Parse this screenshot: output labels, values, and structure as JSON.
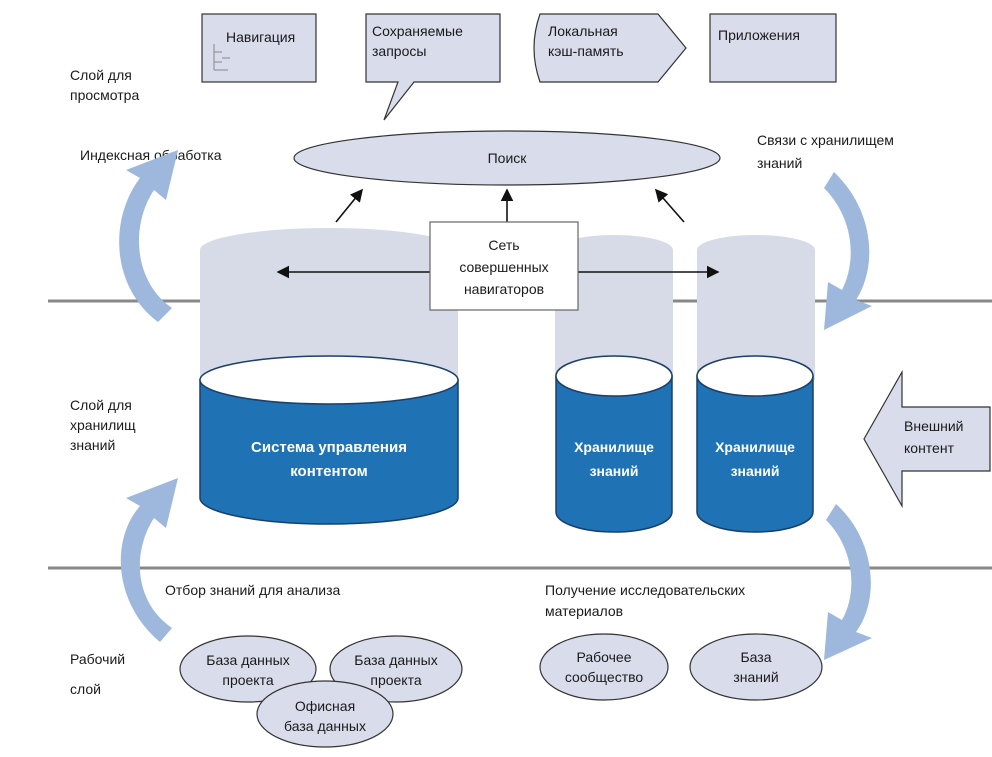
{
  "layers": {
    "view": [
      "Слой для",
      "просмотра"
    ],
    "repo": [
      "Слой для",
      "хранилищ",
      "знаний"
    ],
    "work": [
      "Рабочий",
      "слой"
    ]
  },
  "top_items": {
    "navigation": "Навигация",
    "saved_queries": [
      "Сохраняемые",
      "запросы"
    ],
    "local_cache": [
      "Локальная",
      "кэш-память"
    ],
    "applications": "Приложения"
  },
  "search": "Поиск",
  "indexing": "Индексная обработка",
  "kb_links": [
    "Связи с хранилищем",
    "знаний"
  ],
  "navigator_network": [
    "Сеть",
    "совершенных",
    "навигаторов"
  ],
  "cms": [
    "Система управления",
    "контентом"
  ],
  "kb1": [
    "Хранилище",
    "знаний"
  ],
  "kb2": [
    "Хранилище",
    "знаний"
  ],
  "external": [
    "Внешний",
    "контент"
  ],
  "selection": "Отбор знаний для анализа",
  "research": [
    "Получение исследовательских",
    "материалов"
  ],
  "work_items": {
    "project_db_1": [
      "База данных",
      "проекта"
    ],
    "project_db_2": [
      "База данных",
      "проекта"
    ],
    "office_db": [
      "Офисная",
      "база данных"
    ],
    "community": [
      "Рабочее",
      "сообщество"
    ],
    "knowledge_base": [
      "База",
      "знаний"
    ]
  },
  "colors": {
    "box_fill": "#d9dcea",
    "cylinder_blue": "#1f73b4",
    "cylinder_light": "#d7dbe8",
    "arrow_blue": "#9db8dc",
    "line": "#888888"
  }
}
